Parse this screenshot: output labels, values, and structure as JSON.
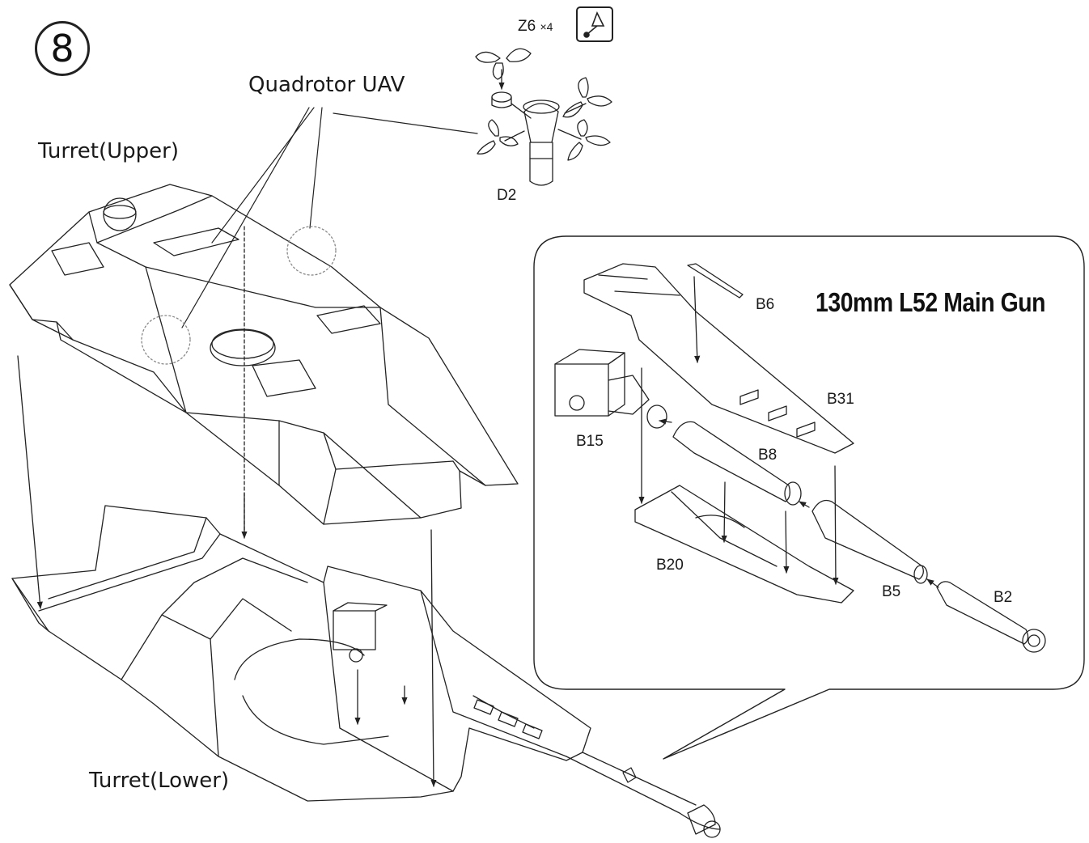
{
  "step_number": "8",
  "callouts": {
    "quadrotor": "Quadrotor UAV",
    "turret_upper": "Turret(Upper)",
    "turret_lower": "Turret(Lower)"
  },
  "uav_parts": {
    "propeller_part": "Z6",
    "propeller_qty": "×4",
    "body_part": "D2",
    "tool_icon": "glue-brush-icon"
  },
  "inset": {
    "title": "130mm L52 Main Gun",
    "parts": [
      "B6",
      "B31",
      "B15",
      "B8",
      "B20",
      "B5",
      "B2"
    ]
  }
}
